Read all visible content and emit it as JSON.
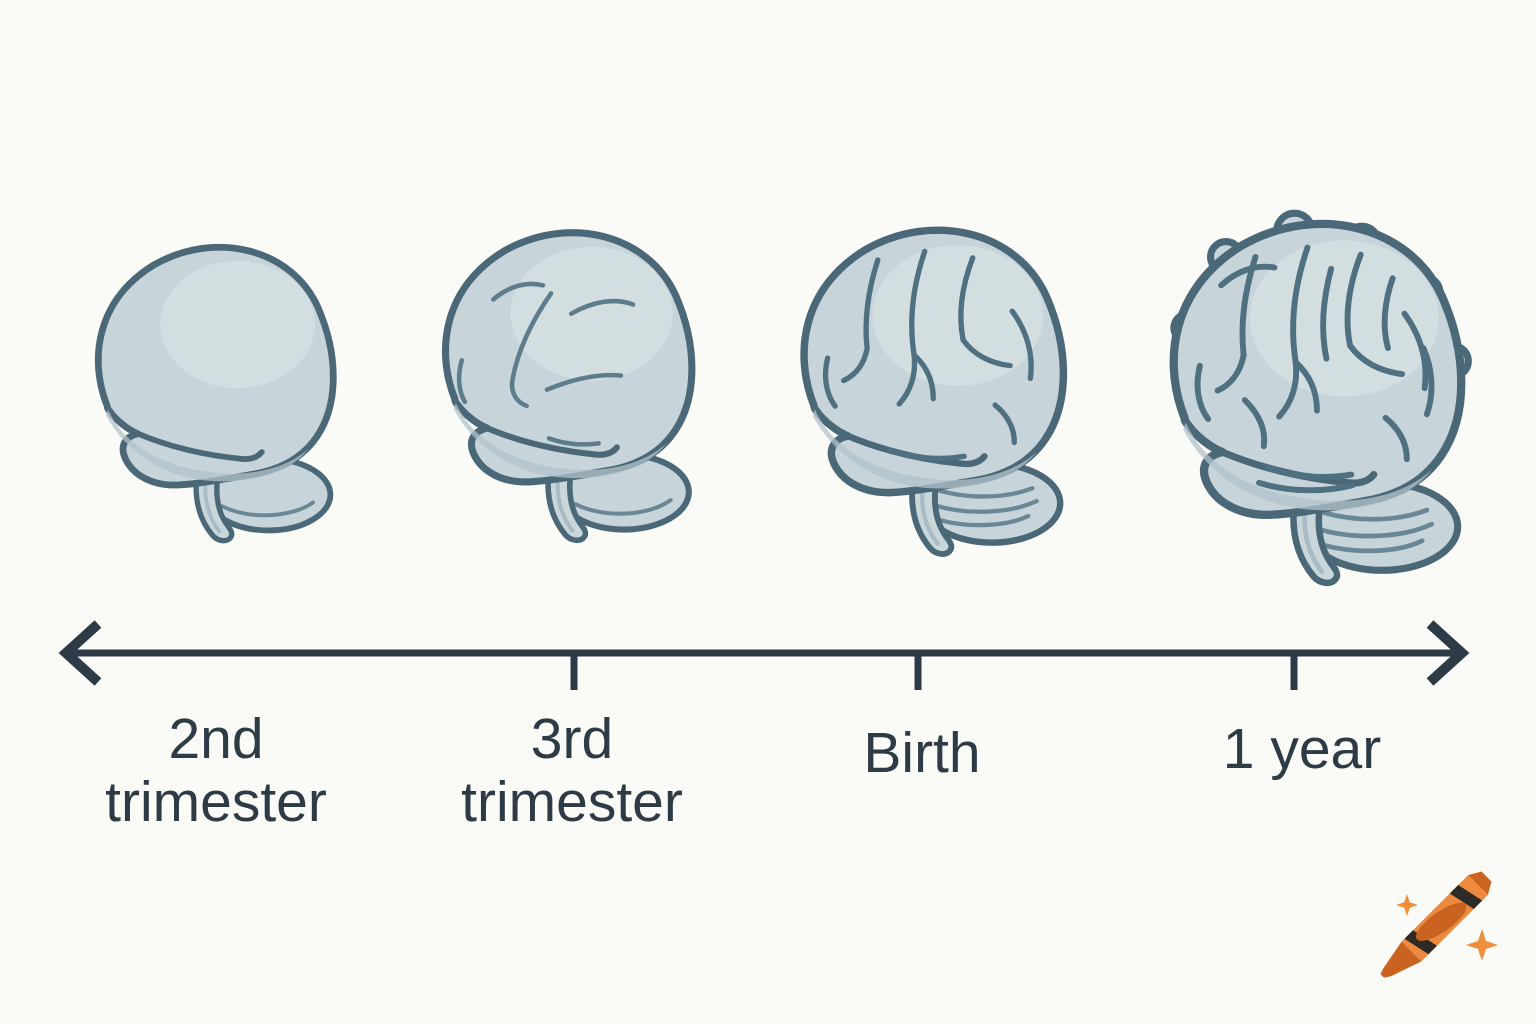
{
  "colors": {
    "background": "#fafaf6",
    "text": "#2d3b47",
    "timeline": "#2d3b47",
    "brain-fill": "#c7d4d9",
    "brain-outline": "#4b6879",
    "brain-shadow": "#b2c3cb",
    "brain-highlight": "#dde5e8",
    "stem-fill": "#c9d6da",
    "stem-line": "#a9bcc5",
    "sulci": "#4f7081",
    "sulci-light": "#5d7d8c",
    "cereb-line": "#6a8795",
    "crayon-body": "#ee8a3d",
    "crayon-dark": "#c9631f",
    "crayon-band": "#2e2a26",
    "sparkle": "#ef8f3e"
  },
  "stages": [
    {
      "id": "2nd-trimester",
      "lines": [
        "2nd",
        "trimester"
      ]
    },
    {
      "id": "3rd-trimester",
      "lines": [
        "3rd",
        "trimester"
      ]
    },
    {
      "id": "birth",
      "lines": [
        "Birth"
      ]
    },
    {
      "id": "1-year",
      "lines": [
        "1 year"
      ]
    }
  ],
  "watermark": {
    "icon": "orange-crayon-with-sparkles"
  }
}
